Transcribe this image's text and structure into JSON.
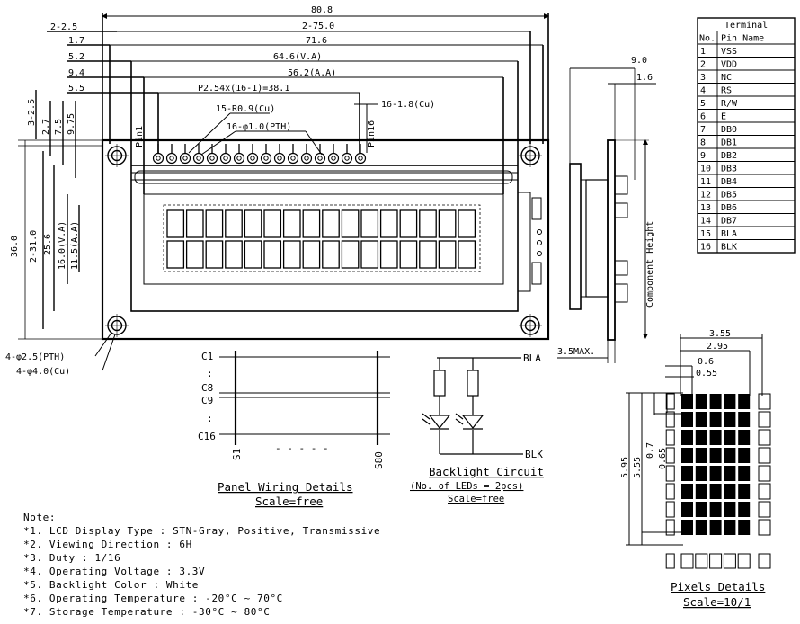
{
  "dimensions": {
    "top": [
      {
        "label": "80.8"
      },
      {
        "label": "2-75.0"
      },
      {
        "label": "71.6"
      },
      {
        "label": "64.6(V.A)"
      },
      {
        "label": "56.2(A.A)"
      },
      {
        "label": "P2.54x(16-1)=38.1"
      },
      {
        "label": "15-R0.9(Cu)"
      },
      {
        "label": "16-φ1.0(PTH)"
      },
      {
        "label": "16-1.8(Cu)"
      }
    ],
    "left_offsets": [
      "2-2.5",
      "1.7",
      "5.2",
      "9.4",
      "5.5"
    ],
    "left_vertical": [
      "3-2.5",
      "2.7",
      "7.5",
      "9.75"
    ],
    "height": [
      {
        "label": "36.0"
      },
      {
        "label": "2-31.0"
      },
      {
        "label": "25.6"
      },
      {
        "label": "16.0(V.A)"
      },
      {
        "label": "11.5(A.A)"
      }
    ],
    "pin1": "Pin1",
    "pin16": "Pin16",
    "side_right": [
      "9.0",
      "1.6"
    ],
    "component_height": "Component Height",
    "max": "3.5MAX.",
    "holes": [
      "4-φ2.5(PTH)",
      "4-φ4.0(Cu)"
    ]
  },
  "terminal": {
    "title": "Terminal",
    "headers": [
      "No.",
      "Pin Name"
    ],
    "rows": [
      [
        "1",
        "VSS"
      ],
      [
        "2",
        "VDD"
      ],
      [
        "3",
        "NC"
      ],
      [
        "4",
        "RS"
      ],
      [
        "5",
        "R/W"
      ],
      [
        "6",
        "E"
      ],
      [
        "7",
        "DB0"
      ],
      [
        "8",
        "DB1"
      ],
      [
        "9",
        "DB2"
      ],
      [
        "10",
        "DB3"
      ],
      [
        "11",
        "DB4"
      ],
      [
        "12",
        "DB5"
      ],
      [
        "13",
        "DB6"
      ],
      [
        "14",
        "DB7"
      ],
      [
        "15",
        "BLA"
      ],
      [
        "16",
        "BLK"
      ]
    ]
  },
  "panel": {
    "commons": [
      "C1",
      ":",
      "C8",
      "C9",
      ":",
      "C16"
    ],
    "segments": [
      "S1",
      "- - - - -",
      "S80"
    ],
    "title": "Panel Wiring Details",
    "scale": "Scale=free"
  },
  "backlight": {
    "bla": "BLA",
    "blk": "BLK",
    "title": "Backlight Circuit",
    "subtitle": "(No. of LEDs = 2pcs)",
    "scale": "Scale=free"
  },
  "pixels": {
    "dims_top": [
      "3.55",
      "2.95",
      "0.6",
      "0.55"
    ],
    "dims_left": [
      "5.95",
      "5.55",
      "0.7",
      "0.65"
    ],
    "title": "Pixels Details",
    "scale": "Scale=10/1"
  },
  "notes": {
    "heading": "Note:",
    "items": [
      "*1. LCD Display Type : STN-Gray, Positive, Transmissive",
      "*2. Viewing Direction : 6H",
      "*3. Duty : 1/16",
      "*4. Operating Voltage : 3.3V",
      "*5. Backlight Color : White",
      "*6. Operating Temperature : -20°C ~ 70°C",
      "*7. Storage Temperature : -30°C ~ 80°C"
    ]
  }
}
